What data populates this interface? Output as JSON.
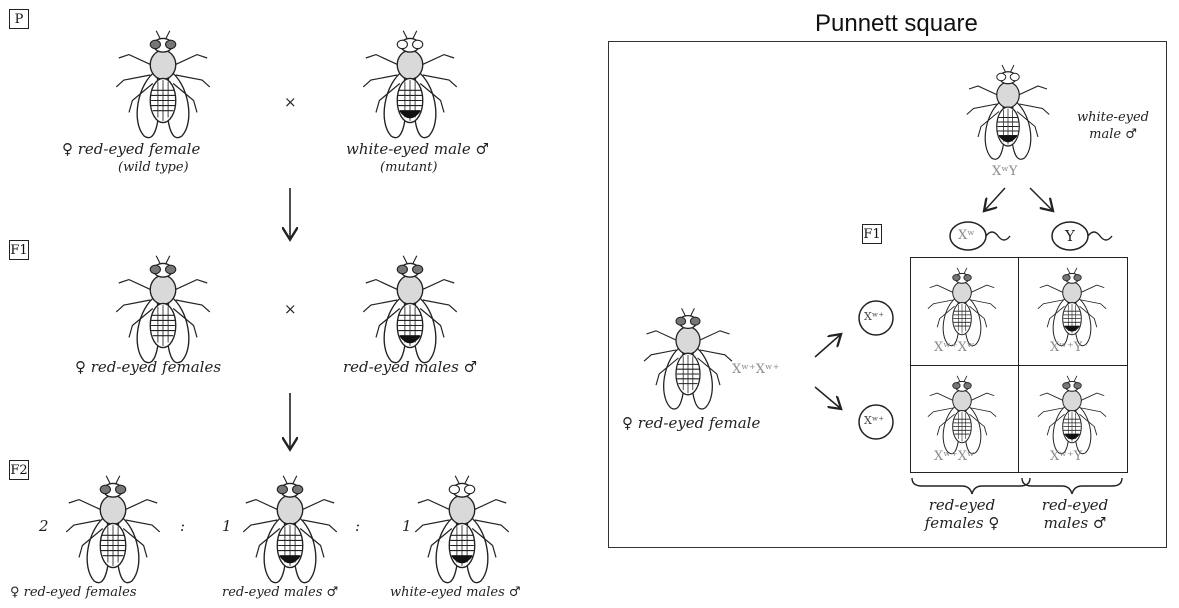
{
  "generations": {
    "p": "P",
    "f1": "F1",
    "f2": "F2",
    "punnett_f": "F1"
  },
  "p_row": {
    "female_line1": "♀  red-eyed female",
    "female_line2": "(wild type)",
    "cross": "×",
    "male_line1": "white-eyed male  ♂",
    "male_line2": "(mutant)"
  },
  "f1_row": {
    "female": "♀  red-eyed females",
    "cross": "×",
    "male": "red-eyed males  ♂"
  },
  "f2_row": {
    "ratio_2": "2",
    "colon1": ":",
    "ratio_1a": "1",
    "colon2": ":",
    "ratio_1b": "1",
    "label_a": "♀  red-eyed females",
    "label_b": "red-eyed males  ♂",
    "label_c": "white-eyed males  ♂"
  },
  "punnett": {
    "title": "Punnett square",
    "male_label_line1": "white-eyed",
    "male_label_line2": "male ♂",
    "male_genotype": "XʷY",
    "female_label": "♀  red-eyed female",
    "female_genotype": "Xʷ⁺Xʷ⁺",
    "sperm1": "Xʷ",
    "sperm2": "Y",
    "egg1": "Xʷ⁺",
    "egg2": "Xʷ⁺",
    "cells": [
      "Xʷ⁺Xʷ",
      "Xʷ⁺Y",
      "Xʷ⁺Xʷ",
      "Xʷ⁺Y"
    ],
    "bottom_left_line1": "red-eyed",
    "bottom_left_line2": "females ♀",
    "bottom_right_line1": "red-eyed",
    "bottom_right_line2": "males ♂"
  }
}
